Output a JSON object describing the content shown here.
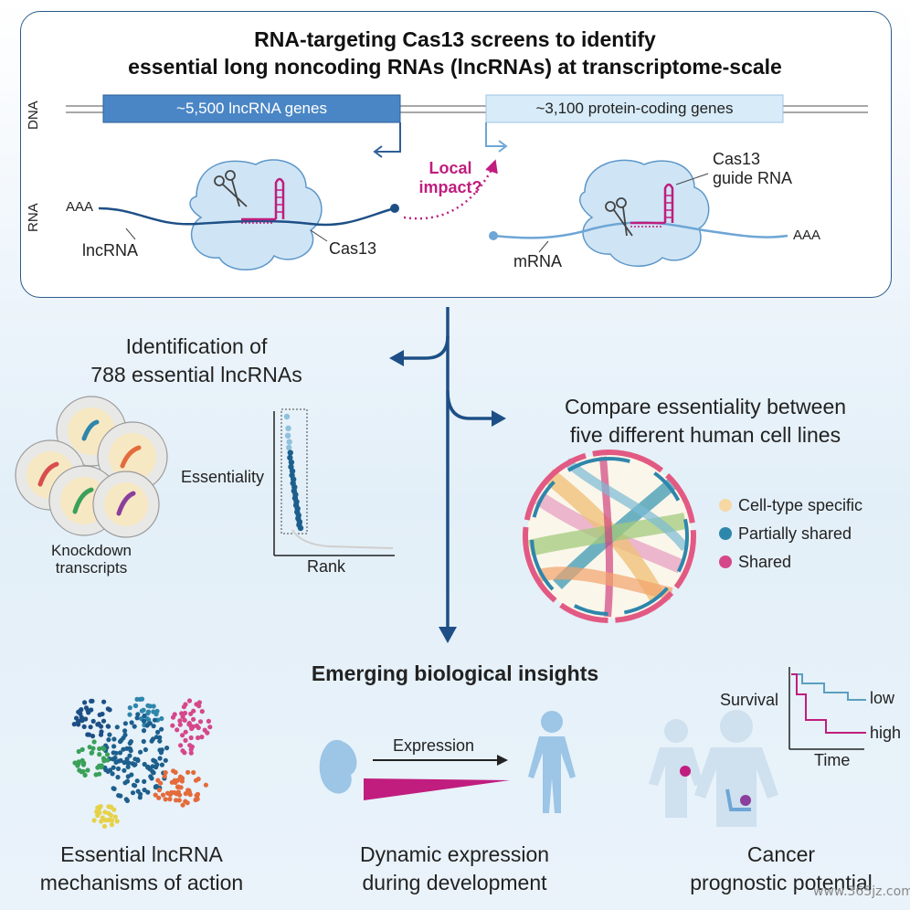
{
  "title": {
    "line1": "RNA-targeting Cas13 screens to identify",
    "line2": "essential long noncoding RNAs (lncRNAs) at transcriptome-scale"
  },
  "top_panel": {
    "dna_label": "DNA",
    "rna_label": "RNA",
    "lncrna_genes": "~5,500 lncRNA genes",
    "protein_genes": "~3,100 protein-coding genes",
    "local_impact_1": "Local",
    "local_impact_2": "impact?",
    "polya_left": "AAA",
    "polya_right": "AAA",
    "lncrna_label": "lncRNA",
    "cas13_label": "Cas13",
    "mrna_label": "mRNA",
    "guide_line1": "Cas13",
    "guide_line2": "guide RNA"
  },
  "identification": {
    "line1": "Identification of",
    "line2": "788 essential lncRNAs",
    "knockdown_line1": "Knockdown",
    "knockdown_line2": "transcripts",
    "y_axis": "Essentiality",
    "x_axis": "Rank"
  },
  "compare": {
    "line1": "Compare essentiality between",
    "line2": "five different human cell lines",
    "legend": [
      {
        "label": "Cell-type specific",
        "color": "#f5d8a4"
      },
      {
        "label": "Partially shared",
        "color": "#2e86ab"
      },
      {
        "label": "Shared",
        "color": "#d6478a"
      }
    ]
  },
  "insights": {
    "heading": "Emerging biological insights",
    "mechanisms_line1": "Essential lncRNA",
    "mechanisms_line2": "mechanisms of action",
    "dynamic_line1": "Dynamic expression",
    "dynamic_line2": "during development",
    "expression_label": "Expression",
    "cancer_line1": "Cancer",
    "cancer_line2": "prognostic potential",
    "survival_label": "Survival",
    "time_label": "Time",
    "low_label": "low",
    "high_label": "high"
  },
  "watermark": "www.365jz.com",
  "colors": {
    "navy": "#1d4f86",
    "lnc_blue": "#4a86c5",
    "light_blue": "#d7ebf8",
    "magenta": "#c01d7e"
  }
}
